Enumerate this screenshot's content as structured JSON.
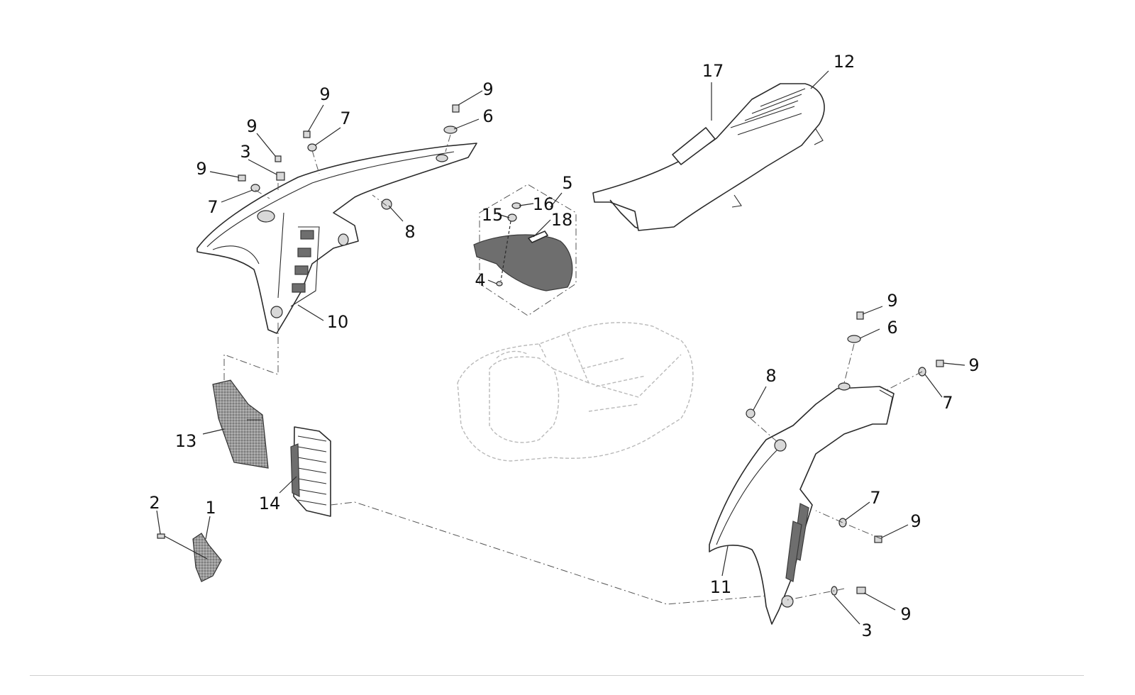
{
  "diagram": {
    "callouts": [
      {
        "id": "c-9a",
        "label": "9"
      },
      {
        "id": "c-7a",
        "label": "7"
      },
      {
        "id": "c-9b",
        "label": "9"
      },
      {
        "id": "c-3a",
        "label": "3"
      },
      {
        "id": "c-9c",
        "label": "9"
      },
      {
        "id": "c-7b",
        "label": "7"
      },
      {
        "id": "c-9d",
        "label": "9"
      },
      {
        "id": "c-6a",
        "label": "6"
      },
      {
        "id": "c-8a",
        "label": "8"
      },
      {
        "id": "c-10",
        "label": "10"
      },
      {
        "id": "c-5",
        "label": "5"
      },
      {
        "id": "c-16",
        "label": "16"
      },
      {
        "id": "c-15",
        "label": "15"
      },
      {
        "id": "c-18",
        "label": "18"
      },
      {
        "id": "c-4",
        "label": "4"
      },
      {
        "id": "c-17",
        "label": "17"
      },
      {
        "id": "c-12",
        "label": "12"
      },
      {
        "id": "c-13",
        "label": "13"
      },
      {
        "id": "c-14",
        "label": "14"
      },
      {
        "id": "c-2",
        "label": "2"
      },
      {
        "id": "c-1",
        "label": "1"
      },
      {
        "id": "c-9e",
        "label": "9"
      },
      {
        "id": "c-6b",
        "label": "6"
      },
      {
        "id": "c-9f",
        "label": "9"
      },
      {
        "id": "c-7c",
        "label": "7"
      },
      {
        "id": "c-8b",
        "label": "8"
      },
      {
        "id": "c-7d",
        "label": "7"
      },
      {
        "id": "c-9g",
        "label": "9"
      },
      {
        "id": "c-11",
        "label": "11"
      },
      {
        "id": "c-9h",
        "label": "9"
      },
      {
        "id": "c-3b",
        "label": "3"
      }
    ]
  }
}
